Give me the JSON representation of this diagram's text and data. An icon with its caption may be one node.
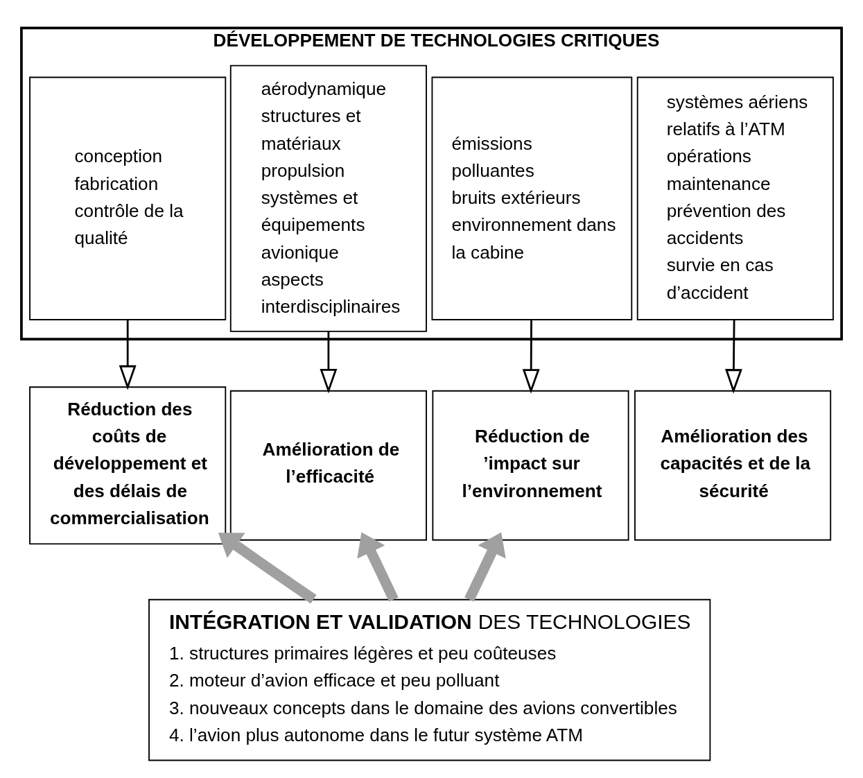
{
  "diagram": {
    "nodes": [
      {
        "text": [
          "DÉVELOPPEMENT DE TECHNOLOGIES CRITIQUES"
        ]
      },
      {
        "text": [
          "conception",
          "fabrication",
          "contrôle de la qualité"
        ],
        "in": 0
      },
      {
        "text": [
          "aérodynamique",
          "structures et matériaux",
          "propulsion",
          "systèmes et équipements",
          "avionique",
          "aspects interdisciplinaires"
        ],
        "in": 0
      },
      {
        "text": [
          "émissions polluantes",
          "bruits extérieurs",
          "environnement dans la cabine"
        ],
        "in": 0
      },
      {
        "text": [
          "systèmes aériens relatifs à l’ATM",
          "opérations",
          "maintenance",
          "prévention des accidents",
          "survie en cas d’accident"
        ],
        "in": 0
      },
      {
        "text": [
          "Réduction des coûts de développement et des délais de commercialisation"
        ]
      },
      {
        "text": [
          "Amélioration de l’efficacité"
        ]
      },
      {
        "text": [
          "Réduction de ’impact sur l’environnement"
        ]
      },
      {
        "text": [
          "Amélioration des capacités et de la sécurité"
        ]
      },
      {
        "text": [
          "**INTÉGRATION ET VALIDATION** DES TECHNOLOGIES",
          "1. structures primaires légères et peu coûteuses",
          "2. moteur d’avion efficace et peu polluant",
          "3. nouveaux concepts dans le domaine des avions convertibles",
          "4. l’avion plus autonome dans le futur système ATM"
        ]
      }
    ],
    "edges": [
      {
        "from": 1,
        "to": 5,
        "arrow": "to"
      },
      {
        "from": 2,
        "to": 6,
        "arrow": "to"
      },
      {
        "from": 3,
        "to": 7,
        "arrow": "to"
      },
      {
        "from": 4,
        "to": 8,
        "arrow": "to"
      },
      {
        "from": 9,
        "to": 5,
        "arrow": "to",
        "style": "thick",
        "color": "#a0a0a0"
      },
      {
        "from": 9,
        "to": 6,
        "arrow": "to",
        "style": "thick",
        "color": "#a0a0a0"
      },
      {
        "from": 9,
        "to": 7,
        "arrow": "to",
        "style": "thick",
        "color": "#a0a0a0"
      }
    ]
  }
}
